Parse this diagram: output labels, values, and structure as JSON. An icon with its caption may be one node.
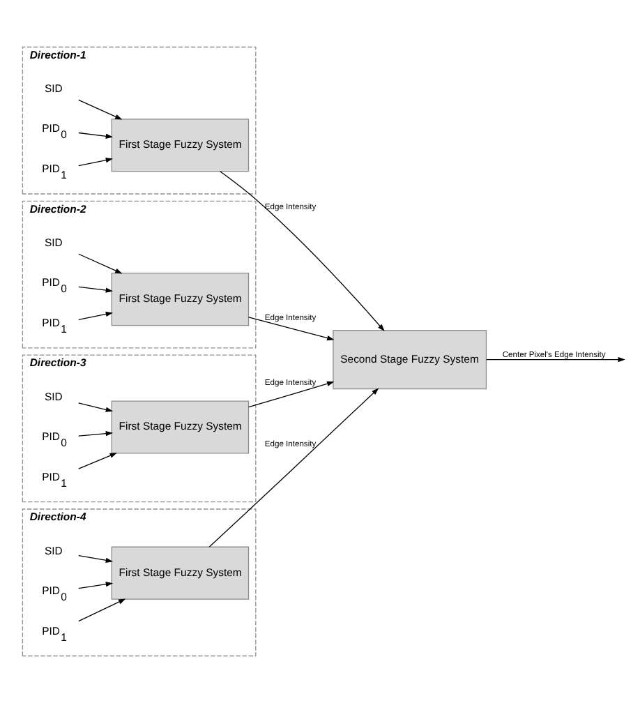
{
  "diagram": {
    "nodes": [
      {
        "text": [
          "Direction-1"
        ]
      },
      {
        "text": [
          "SID"
        ],
        "in": 0
      },
      {
        "text": [
          "PID$_{0}$"
        ],
        "in": 0
      },
      {
        "text": [
          "PID$_{1}$"
        ],
        "in": 0
      },
      {
        "text": [
          "First Stage Fuzzy System"
        ],
        "in": 0
      },
      {
        "text": [
          "Direction-2"
        ]
      },
      {
        "text": [
          "SID"
        ],
        "in": 5
      },
      {
        "text": [
          "PID$_{0}$"
        ],
        "in": 5
      },
      {
        "text": [
          "PID$_{1}$"
        ],
        "in": 5
      },
      {
        "text": [
          "First Stage Fuzzy System"
        ],
        "in": 5
      },
      {
        "text": [
          "Direction-3"
        ]
      },
      {
        "text": [
          "SID"
        ],
        "in": 10
      },
      {
        "text": [
          "PID$_{0}$"
        ],
        "in": 10
      },
      {
        "text": [
          "PID$_{1}$"
        ],
        "in": 10
      },
      {
        "text": [
          "First Stage Fuzzy System"
        ],
        "in": 10
      },
      {
        "text": [
          "Direction-4"
        ]
      },
      {
        "text": [
          "SID"
        ],
        "in": 15
      },
      {
        "text": [
          "PID$_{0}$"
        ],
        "in": 15
      },
      {
        "text": [
          "PID$_{1}$"
        ],
        "in": 15
      },
      {
        "text": [
          "First Stage Fuzzy System"
        ],
        "in": 15
      },
      {
        "text": [
          "Second Stage Fuzzy System"
        ]
      }
    ],
    "edges": [
      {
        "from": 1,
        "to": 4,
        "arrow": "to"
      },
      {
        "from": 2,
        "to": 4,
        "arrow": "to"
      },
      {
        "from": 3,
        "to": 4,
        "arrow": "to"
      },
      {
        "from": 4,
        "to": 20,
        "arrow": "to",
        "label": "Edge Intensity"
      },
      {
        "from": 6,
        "to": 9,
        "arrow": "to"
      },
      {
        "from": 7,
        "to": 9,
        "arrow": "to"
      },
      {
        "from": 8,
        "to": 9,
        "arrow": "to"
      },
      {
        "from": 9,
        "to": 20,
        "arrow": "to",
        "label": "Edge Intensity"
      },
      {
        "from": 11,
        "to": 14,
        "arrow": "to"
      },
      {
        "from": 12,
        "to": 14,
        "arrow": "to"
      },
      {
        "from": 13,
        "to": 14,
        "arrow": "to"
      },
      {
        "from": 14,
        "to": 20,
        "arrow": "to",
        "label": "Edge Intensity"
      },
      {
        "from": 16,
        "to": 19,
        "arrow": "to"
      },
      {
        "from": 17,
        "to": 19,
        "arrow": "to"
      },
      {
        "from": 18,
        "to": 19,
        "arrow": "to"
      },
      {
        "from": 19,
        "to": 20,
        "arrow": "to",
        "label": "Edge Intensity"
      },
      {
        "from": 20,
        "to": null,
        "arrow": "to",
        "label": "Center Pixel's Edge Intensity"
      }
    ]
  }
}
